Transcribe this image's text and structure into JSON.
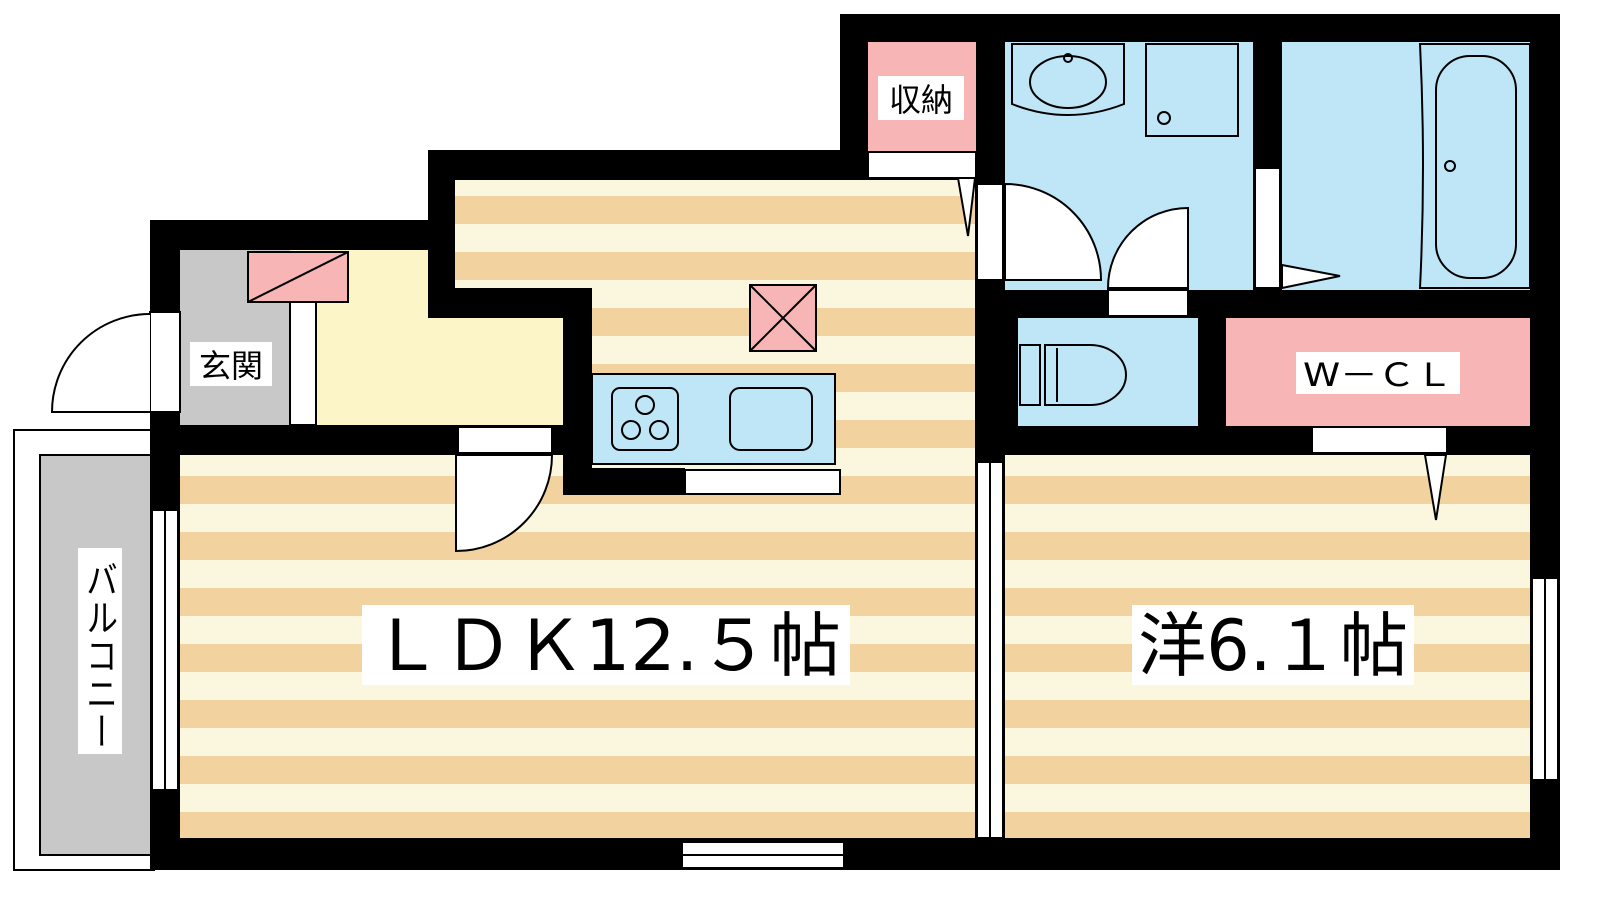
{
  "rooms": {
    "ldk": "ＬＤＫ12.５帖",
    "western": "洋6.１帖",
    "entrance": "玄関",
    "storage": "収納",
    "walk_in_closet": "W－ＣＬ",
    "balcony": "バルコニー"
  },
  "colors": {
    "wall": "#000000",
    "floor_stripe": "#f2d3a0",
    "floor_base": "#fbf7df",
    "wet_area": "#bfe6f7",
    "storage": "#f7b5b5",
    "entrance_hall": "#fbf5c8",
    "genkan": "#c8c8c8",
    "balcony": "#c8c8c8"
  }
}
